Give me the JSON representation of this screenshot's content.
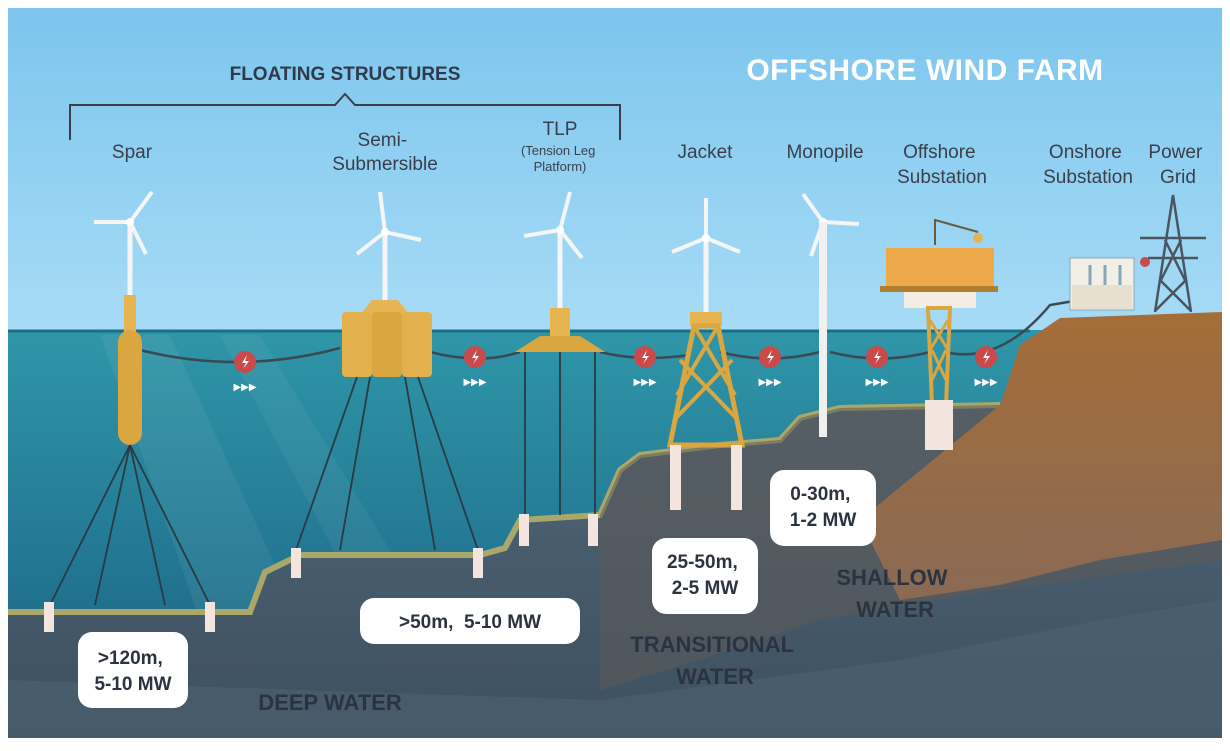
{
  "title": "OFFSHORE WIND FARM",
  "group_label": "FLOATING STRUCTURES",
  "structures": {
    "spar": [
      "Spar"
    ],
    "semi": [
      "Semi-",
      "Submersible"
    ],
    "tlp": [
      "TLP"
    ],
    "tlp_sub": [
      "(Tension Leg",
      "Platform)"
    ],
    "jacket": [
      "Jacket"
    ],
    "monopile": [
      "Monopile"
    ],
    "offshore_sub": [
      "Offshore",
      "Substation"
    ],
    "onshore_sub": [
      "Onshore",
      "Substation"
    ],
    "grid": [
      "Power",
      "Grid"
    ]
  },
  "depth_badges": {
    "deep1": [
      ">120m,",
      "5-10 MW"
    ],
    "deep2": [
      ">50m,  5-10 MW"
    ],
    "trans": [
      "25-50m,",
      "2-5 MW"
    ],
    "shallow": [
      "0-30m,",
      "1-2 MW"
    ]
  },
  "zones": {
    "deep": [
      "DEEP WATER"
    ],
    "transitional": [
      "TRANSITIONAL",
      "WATER"
    ],
    "shallow": [
      "SHALLOW",
      "WATER"
    ]
  },
  "colors": {
    "sky": "#8ecdf0",
    "sea": "#2e8fa0",
    "seabed": "#4a5d6e",
    "land": "#b07840",
    "structure": "#e6b450",
    "cable_node": "#c84a4a",
    "badge": "#ffffff"
  }
}
